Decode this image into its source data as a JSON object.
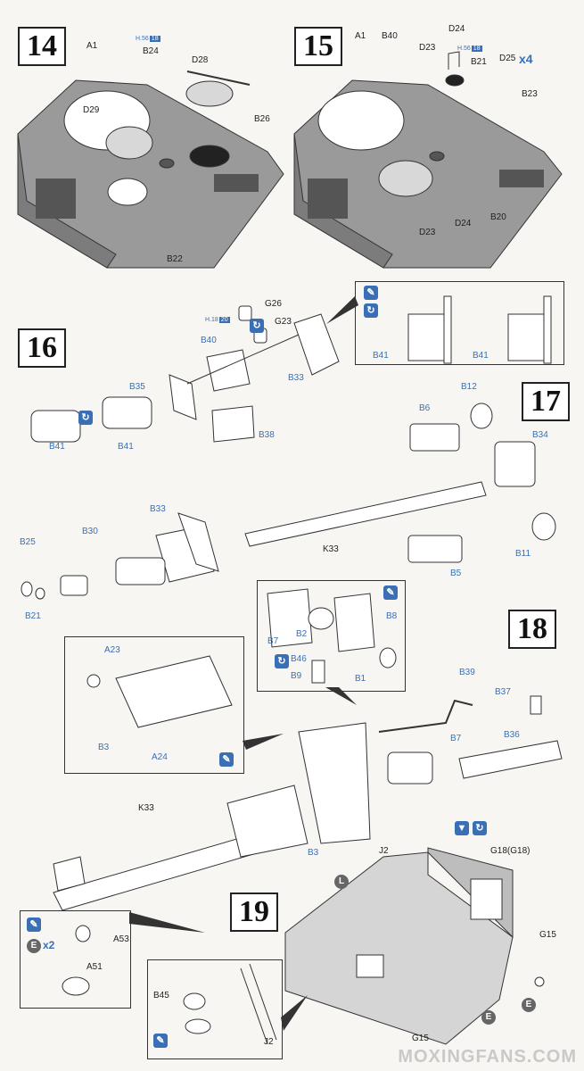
{
  "steps": {
    "s14": "14",
    "s15": "15",
    "s16": "16",
    "s17": "17",
    "s18": "18",
    "s19": "19"
  },
  "refs": {
    "r14": {
      "prefix": "H.56",
      "num": "18"
    },
    "r15": {
      "prefix": "H.56",
      "num": "18"
    },
    "r16": {
      "prefix": "H.18",
      "num": "20"
    }
  },
  "multipliers": {
    "d25": "x4",
    "e19": "x2"
  },
  "icon_letters": {
    "l": "L",
    "e": "E"
  },
  "labels": {
    "s14": [
      "A1",
      "B24",
      "D28",
      "D29",
      "B26",
      "B22"
    ],
    "s15": [
      "A1",
      "B40",
      "D24",
      "D23",
      "B21",
      "D25",
      "B23",
      "D23",
      "D24",
      "B20"
    ],
    "s16": [
      "G26",
      "G23",
      "B40",
      "B33",
      "B35",
      "B41",
      "B41",
      "B38",
      "B41",
      "B41"
    ],
    "s17": [
      "B12",
      "B6",
      "B34",
      "B33",
      "B25",
      "B30",
      "K33",
      "B11",
      "B5",
      "B21"
    ],
    "s18": [
      "B8",
      "B7",
      "B2",
      "B46",
      "B9",
      "B1",
      "A23",
      "B3",
      "A24",
      "B39",
      "B37",
      "B7",
      "B36",
      "K33",
      "B3"
    ],
    "s19": [
      "J2",
      "G18(G18)",
      "G15",
      "A53",
      "A51",
      "B45",
      "J2",
      "G15"
    ]
  },
  "watermark": "MOXINGFANS.COM"
}
